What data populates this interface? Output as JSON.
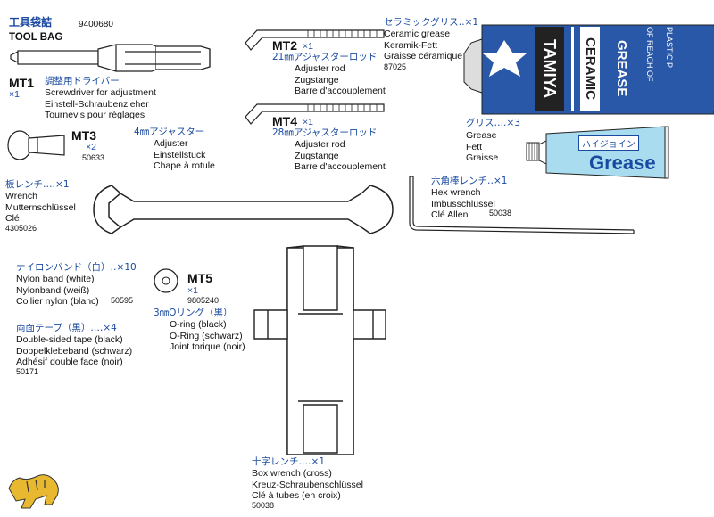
{
  "header": {
    "title_jp": "工具袋詰",
    "code": "9400680",
    "title_en": "TOOL BAG"
  },
  "parts": {
    "mt1": {
      "id": "MT1",
      "qty": "×1",
      "name_jp": "調整用ドライバー",
      "desc": [
        "Screwdriver for adjustment",
        "Einstell-Schraubenzieher",
        "Tournevis pour réglages"
      ]
    },
    "mt2": {
      "id": "MT2",
      "qty": "×1",
      "name_jp": "21㎜アジャスターロッド",
      "desc": [
        "Adjuster rod",
        "Zugstange",
        "Barre d'accouplement"
      ]
    },
    "mt3": {
      "id": "MT3",
      "qty": "×2",
      "code": "50633",
      "name_jp": "4㎜アジャスター",
      "desc": [
        "Adjuster",
        "Einstellstück",
        "Chape à rotule"
      ]
    },
    "mt4": {
      "id": "MT4",
      "qty": "×1",
      "name_jp": "28㎜アジャスターロッド",
      "desc": [
        "Adjuster rod",
        "Zugstange",
        "Barre d'accouplement"
      ]
    },
    "mt5": {
      "id": "MT5",
      "qty": "×1",
      "code": "9805240",
      "name_jp": "3㎜Oリング（黒）",
      "desc": [
        "O-ring (black)",
        "O-Ring (schwarz)",
        "Joint torique (noir)"
      ]
    },
    "ceramic": {
      "name_jp": "セラミックグリス‥×1",
      "desc": [
        "Ceramic grease",
        "Keramik-Fett",
        "Graisse céramique"
      ],
      "code": "87025"
    },
    "grease": {
      "name_jp": "グリス‥‥×3",
      "desc": [
        "Grease",
        "Fett",
        "Graisse"
      ],
      "tube_jp": "ハイジョイン",
      "tube_en": "Grease"
    },
    "wrench": {
      "name_jp": "板レンチ‥‥×1",
      "desc": [
        "Wrench",
        "Mutternschlüssel",
        "Clé"
      ],
      "code": "4305026"
    },
    "hex": {
      "name_jp": "六角棒レンチ‥×1",
      "desc": [
        "Hex wrench",
        "Imbusschlüssel",
        "Clé Allen"
      ],
      "code": "50038"
    },
    "nylon": {
      "name_jp": "ナイロンバンド（白）‥×10",
      "desc": [
        "Nylon band (white)",
        "Nylonband (weiß)",
        "Collier nylon (blanc)"
      ],
      "code": "50595"
    },
    "tape": {
      "name_jp": "両面テープ（黒）‥‥×4",
      "desc": [
        "Double-sided tape (black)",
        "Doppelklebeband (schwarz)",
        "Adhésif double face (noir)"
      ],
      "code": "50171"
    },
    "cross": {
      "name_jp": "十字レンチ‥‥×1",
      "desc": [
        "Box wrench (cross)",
        "Kreuz-Schraubenschlüssel",
        "Clé à tubes (en croix)"
      ],
      "code": "50038"
    }
  },
  "ceramic_tube_text": [
    "TAMIYA",
    "CERAMIC",
    "GREASE",
    "OF REACH OF",
    "PLASTIC P"
  ],
  "colors": {
    "label_blue": "#1a4aa0",
    "grease_tube": "#a9dcef",
    "ceramic_tube": "#2a58a8",
    "logo_gold": "#e8b830"
  }
}
